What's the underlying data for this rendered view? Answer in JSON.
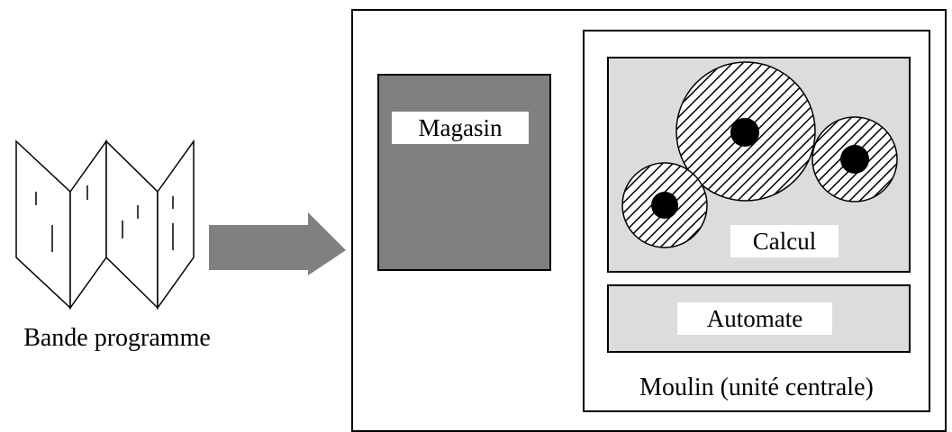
{
  "diagram": {
    "header_fragment": "",
    "tape": {
      "label": "Bande programme"
    },
    "arrow": {
      "icon": "right-arrow-icon"
    },
    "store": {
      "label": "Magasin"
    },
    "mill": {
      "caption": "Moulin (unité centrale)",
      "calcul_label": "Calcul",
      "automate_label": "Automate",
      "gear_icon": "gear-icon"
    },
    "colors": {
      "store_fill": "#808080",
      "unit_fill": "#dcdcdc",
      "arrow_fill": "#808080",
      "stroke": "#000000"
    }
  }
}
